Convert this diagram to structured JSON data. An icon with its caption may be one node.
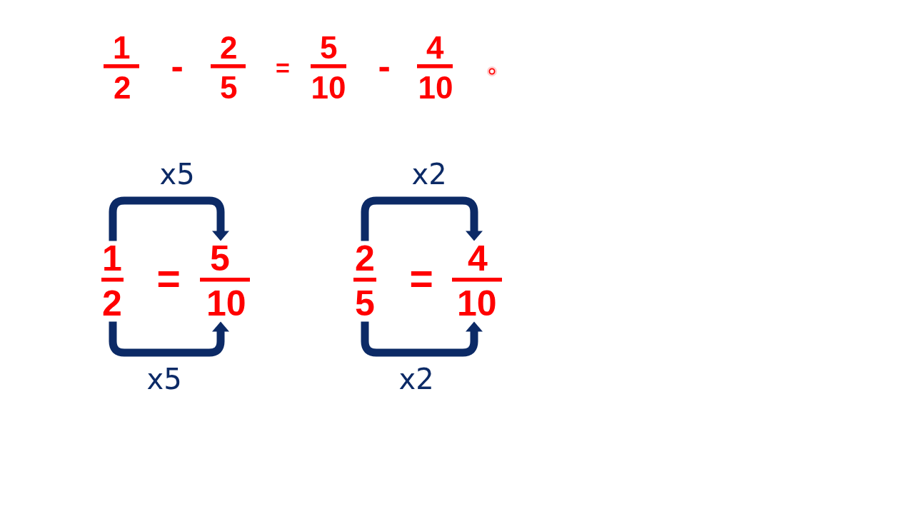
{
  "diagram": {
    "nodes": [
      {
        "text": [
          "1"
        ]
      },
      {
        "text": [
          "2"
        ]
      },
      {
        "text": [
          "5"
        ]
      },
      {
        "text": [
          "10"
        ]
      },
      {
        "text": [
          "2"
        ]
      },
      {
        "text": [
          "5"
        ]
      },
      {
        "text": [
          "4"
        ]
      },
      {
        "text": [
          "10"
        ]
      }
    ],
    "edges": [
      {
        "from": 0,
        "to": 2,
        "arrow": "to",
        "label": "x5"
      },
      {
        "from": 1,
        "to": 3,
        "arrow": "to",
        "label": "x5"
      },
      {
        "from": 4,
        "to": 6,
        "arrow": "to",
        "label": "x2"
      },
      {
        "from": 5,
        "to": 7,
        "arrow": "to",
        "label": "x2"
      }
    ],
    "labels": [
      "1",
      "2",
      "-",
      "2",
      "5",
      "=",
      "5",
      "10",
      "-",
      "4",
      "10",
      "=",
      "="
    ]
  }
}
